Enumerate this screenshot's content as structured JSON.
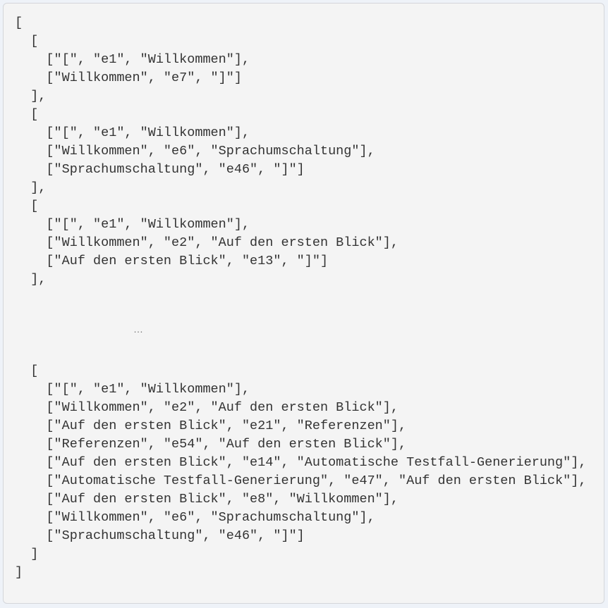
{
  "code_block": {
    "lines_before": [
      "[",
      "  [",
      "    [\"[\", \"e1\", \"Willkommen\"],",
      "    [\"Willkommen\", \"e7\", \"]\"]",
      "  ],",
      "  [",
      "    [\"[\", \"e1\", \"Willkommen\"],",
      "    [\"Willkommen\", \"e6\", \"Sprachumschaltung\"],",
      "    [\"Sprachumschaltung\", \"e46\", \"]\"]",
      "  ],",
      "  [",
      "    [\"[\", \"e1\", \"Willkommen\"],",
      "    [\"Willkommen\", \"e2\", \"Auf den ersten Blick\"],",
      "    [\"Auf den ersten Blick\", \"e13\", \"]\"]",
      "  ],"
    ],
    "ellipsis": "…",
    "lines_after": [
      "  [",
      "    [\"[\", \"e1\", \"Willkommen\"],",
      "    [\"Willkommen\", \"e2\", \"Auf den ersten Blick\"],",
      "    [\"Auf den ersten Blick\", \"e21\", \"Referenzen\"],",
      "    [\"Referenzen\", \"e54\", \"Auf den ersten Blick\"],",
      "    [\"Auf den ersten Blick\", \"e14\", \"Automatische Testfall-Generierung\"],",
      "    [\"Automatische Testfall-Generierung\", \"e47\", \"Auf den ersten Blick\"],",
      "    [\"Auf den ersten Blick\", \"e8\", \"Willkommen\"],",
      "    [\"Willkommen\", \"e6\", \"Sprachumschaltung\"],",
      "    [\"Sprachumschaltung\", \"e46\", \"]\"]",
      "  ]",
      "]"
    ]
  },
  "colors": {
    "page_background": "#eef2f8",
    "block_background": "#f4f4f4",
    "block_border": "#d4d6da",
    "text": "#333333"
  }
}
